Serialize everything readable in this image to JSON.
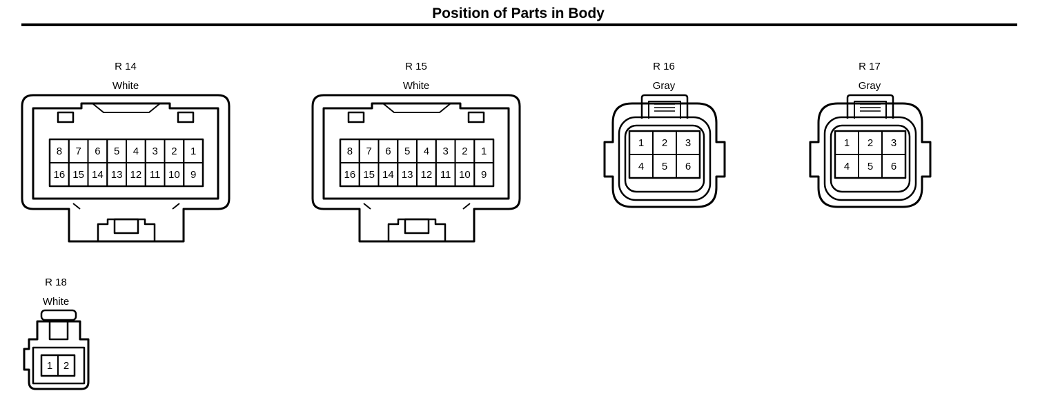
{
  "header": {
    "title": "Position of Parts in Body"
  },
  "connectors": [
    {
      "id": "R 14",
      "color": "White",
      "pins_top": [
        "8",
        "7",
        "6",
        "5",
        "4",
        "3",
        "2",
        "1"
      ],
      "pins_bottom": [
        "16",
        "15",
        "14",
        "13",
        "12",
        "11",
        "10",
        "9"
      ]
    },
    {
      "id": "R 15",
      "color": "White",
      "pins_top": [
        "8",
        "7",
        "6",
        "5",
        "4",
        "3",
        "2",
        "1"
      ],
      "pins_bottom": [
        "16",
        "15",
        "14",
        "13",
        "12",
        "11",
        "10",
        "9"
      ]
    },
    {
      "id": "R 16",
      "color": "Gray",
      "pins_top": [
        "1",
        "2",
        "3"
      ],
      "pins_bottom": [
        "4",
        "5",
        "6"
      ]
    },
    {
      "id": "R 17",
      "color": "Gray",
      "pins_top": [
        "1",
        "2",
        "3"
      ],
      "pins_bottom": [
        "4",
        "5",
        "6"
      ]
    },
    {
      "id": "R 18",
      "color": "White",
      "pins_top": [
        "1",
        "2"
      ]
    }
  ]
}
